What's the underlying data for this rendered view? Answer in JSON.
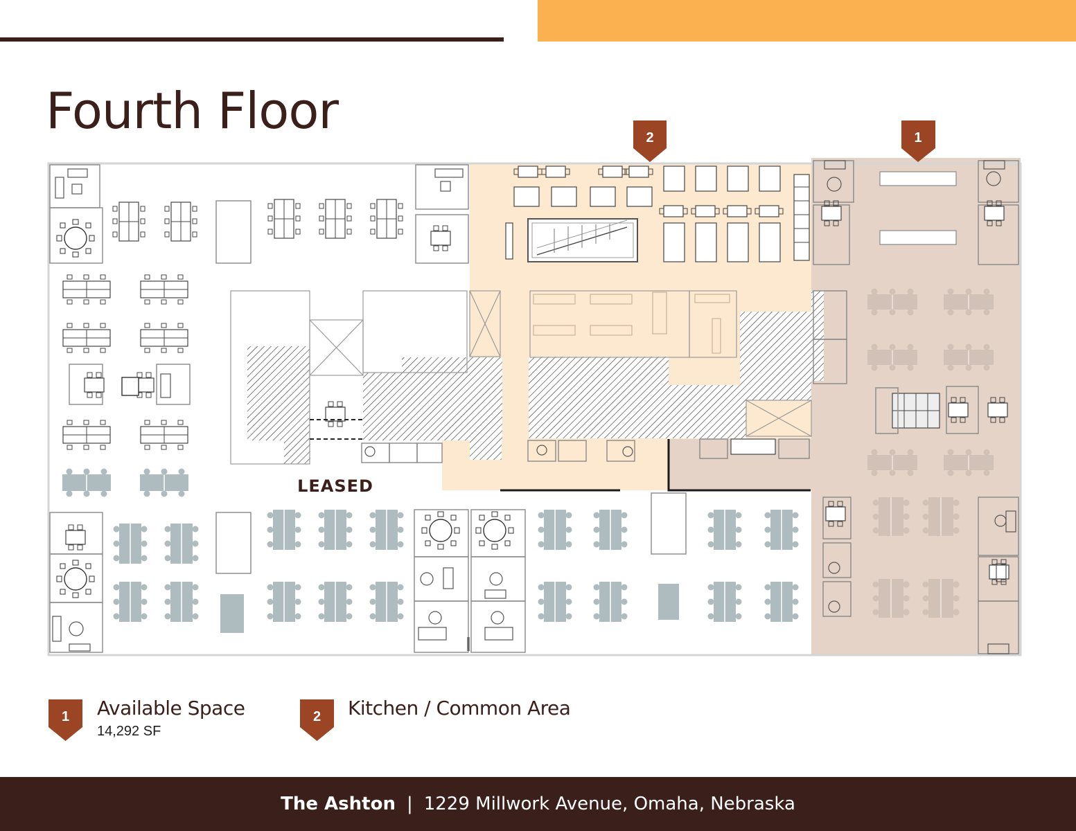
{
  "page": {
    "title": "Fourth Floor",
    "leased_label": "LEASED"
  },
  "colors": {
    "dark_brown": "#3b1f1a",
    "accent_orange": "#fbb150",
    "marker_brown": "#9b4524",
    "available_fill": "#e6d3c8",
    "common_fill": "#fde9cf",
    "desk_gray": "#aebcc0"
  },
  "markers": [
    {
      "number": "1",
      "icon": "map-pin-icon"
    },
    {
      "number": "2",
      "icon": "map-pin-icon"
    }
  ],
  "legend": [
    {
      "number": "1",
      "label": "Available Space",
      "sub": "14,292 SF"
    },
    {
      "number": "2",
      "label": "Kitchen / Common Area"
    }
  ],
  "footer": {
    "building": "The Ashton",
    "separator": "|",
    "address": "1229 Millwork Avenue, Omaha, Nebraska"
  }
}
